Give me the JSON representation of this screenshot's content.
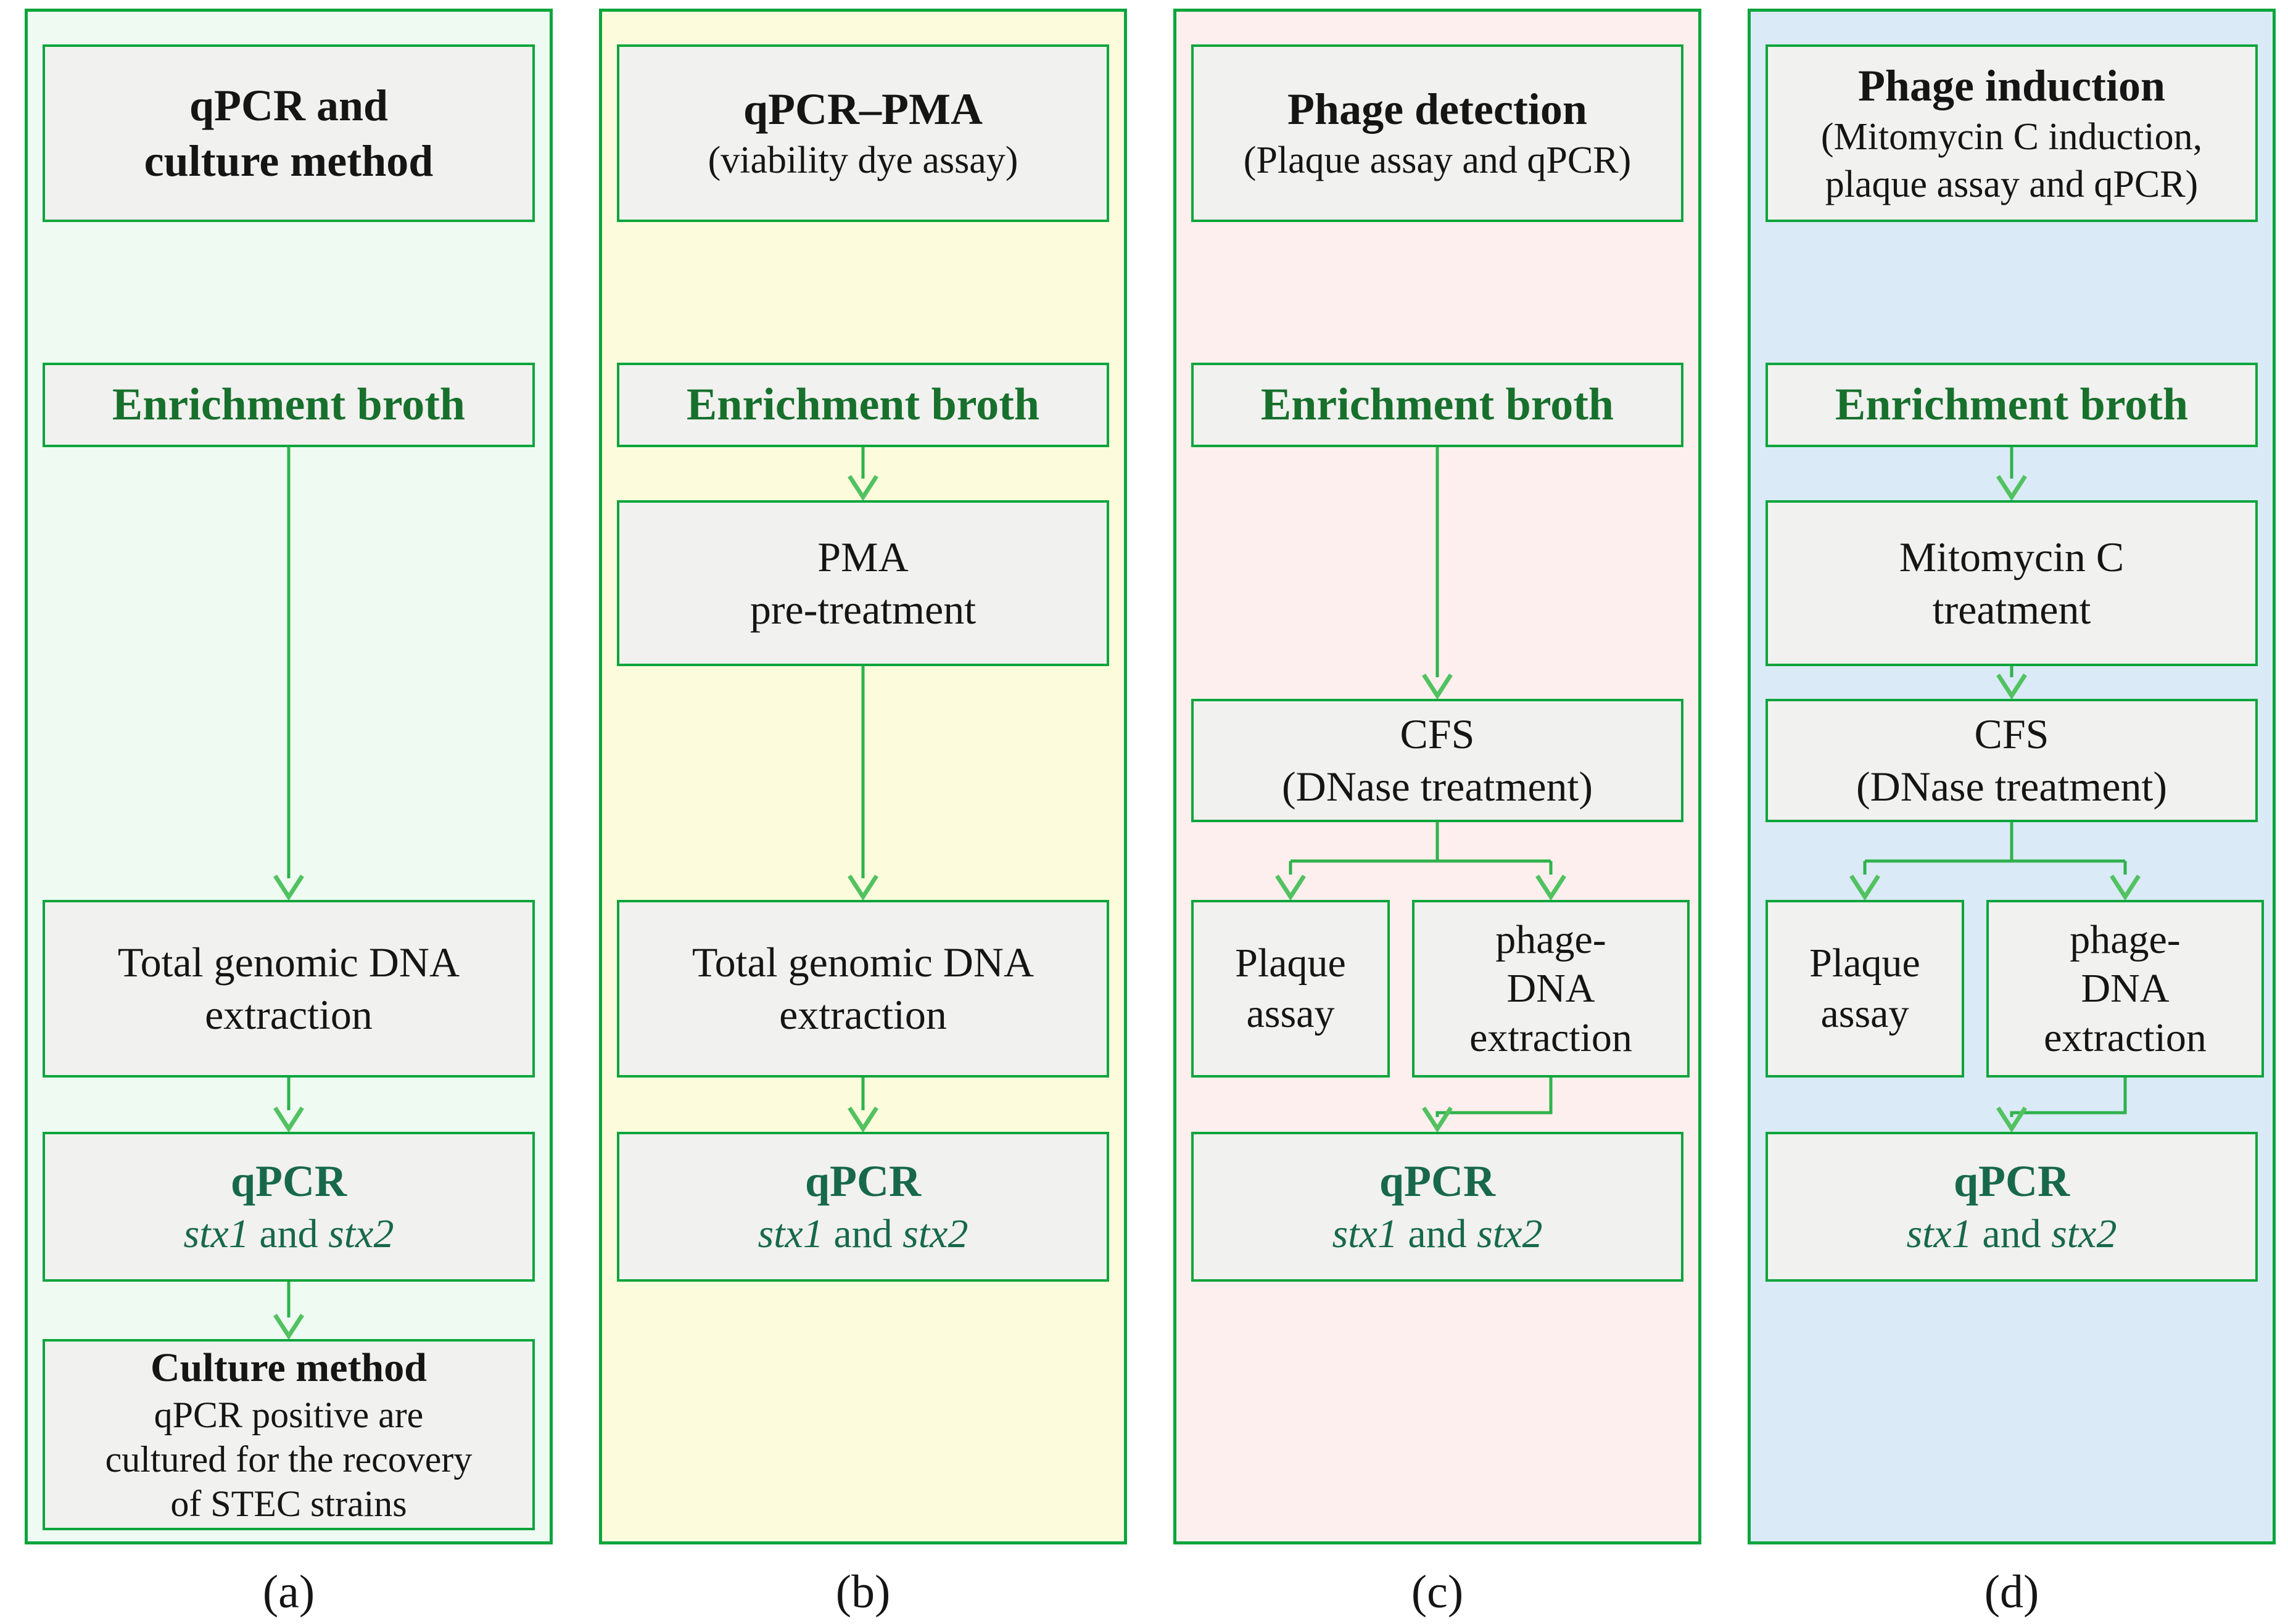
{
  "colors": {
    "border_green": "#0ca53c",
    "arrow_line": "#2fb24c",
    "arrow_head": "#52c261",
    "text_black": "#151515",
    "enrichment_green": "#17702c",
    "qpcr_green": "#17694a",
    "box_bg": "#f1f1ef",
    "panel_a_bg": "#eefaf2",
    "panel_b_bg": "#fcfcdd",
    "panel_c_bg": "#fdefed",
    "panel_d_bg": "#daeaf6"
  },
  "panels": {
    "a": {
      "label": "(a)",
      "title_lines": [
        "qPCR and",
        "culture method"
      ],
      "enrichment": "Enrichment broth",
      "total_dna_lines": [
        "Total genomic DNA",
        "extraction"
      ],
      "qpcr_title": "qPCR",
      "qpcr_gene1": "stx1",
      "qpcr_and": "and",
      "qpcr_gene2": "stx2",
      "culture_title": "Culture method",
      "culture_lines": [
        "qPCR positive are",
        "cultured for the recovery",
        "of STEC strains"
      ]
    },
    "b": {
      "label": "(b)",
      "title": "qPCR–PMA",
      "subtitle_lines": [
        "(viability dye assay)"
      ],
      "enrichment": "Enrichment broth",
      "mid_lines": [
        "PMA",
        "pre-treatment"
      ],
      "total_dna_lines": [
        "Total genomic DNA",
        "extraction"
      ],
      "qpcr_title": "qPCR",
      "qpcr_gene1": "stx1",
      "qpcr_and": "and",
      "qpcr_gene2": "stx2"
    },
    "c": {
      "label": "(c)",
      "title": "Phage detection",
      "subtitle_lines": [
        "(Plaque assay and qPCR)"
      ],
      "enrichment": "Enrichment broth",
      "cfs_lines": [
        "CFS",
        "(DNase treatment)"
      ],
      "plaque_lines": [
        "Plaque",
        "assay"
      ],
      "phagedna_lines": [
        "phage-",
        "DNA",
        "extraction"
      ],
      "qpcr_title": "qPCR",
      "qpcr_gene1": "stx1",
      "qpcr_and": "and",
      "qpcr_gene2": "stx2"
    },
    "d": {
      "label": "(d)",
      "title": "Phage induction",
      "subtitle_lines": [
        "(Mitomycin C induction,",
        "plaque assay and qPCR)"
      ],
      "enrichment": "Enrichment broth",
      "mid_lines": [
        "Mitomycin C",
        "treatment"
      ],
      "cfs_lines": [
        "CFS",
        "(DNase treatment)"
      ],
      "plaque_lines": [
        "Plaque",
        "assay"
      ],
      "phagedna_lines": [
        "phage-",
        "DNA",
        "extraction"
      ],
      "qpcr_title": "qPCR",
      "qpcr_gene1": "stx1",
      "qpcr_and": "and",
      "qpcr_gene2": "stx2"
    }
  }
}
